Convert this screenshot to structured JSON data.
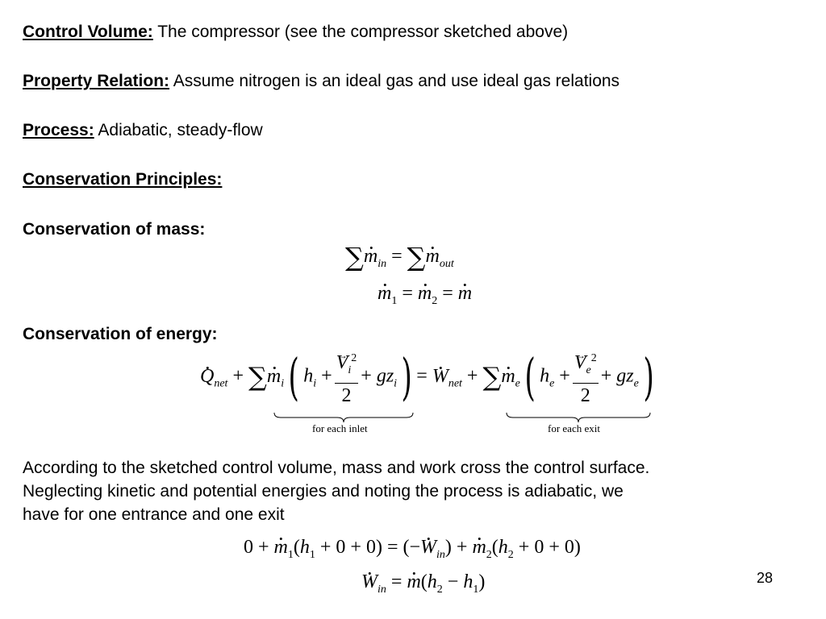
{
  "control_volume": {
    "label": "Control Volume:",
    "text": " The compressor (see the compressor sketched above)"
  },
  "property_relation": {
    "label": "Property Relation:",
    "text": " Assume nitrogen is an ideal gas and use ideal gas relations"
  },
  "process": {
    "label": "Process:",
    "text": " Adiabatic, steady-flow"
  },
  "conservation_principles": {
    "label": "Conservation Principles:"
  },
  "mass": {
    "heading": "Conservation of mass:"
  },
  "energy": {
    "heading": "Conservation of energy:",
    "inlet_label": "for each inlet",
    "exit_label": "for each exit"
  },
  "paragraph": {
    "line1": "According to the sketched control volume, mass and work cross the control surface.",
    "line2": "Neglecting kinetic and potential energies and noting the process is adiabatic, we",
    "line3": "have for one entrance and one exit"
  },
  "page_number": "28"
}
